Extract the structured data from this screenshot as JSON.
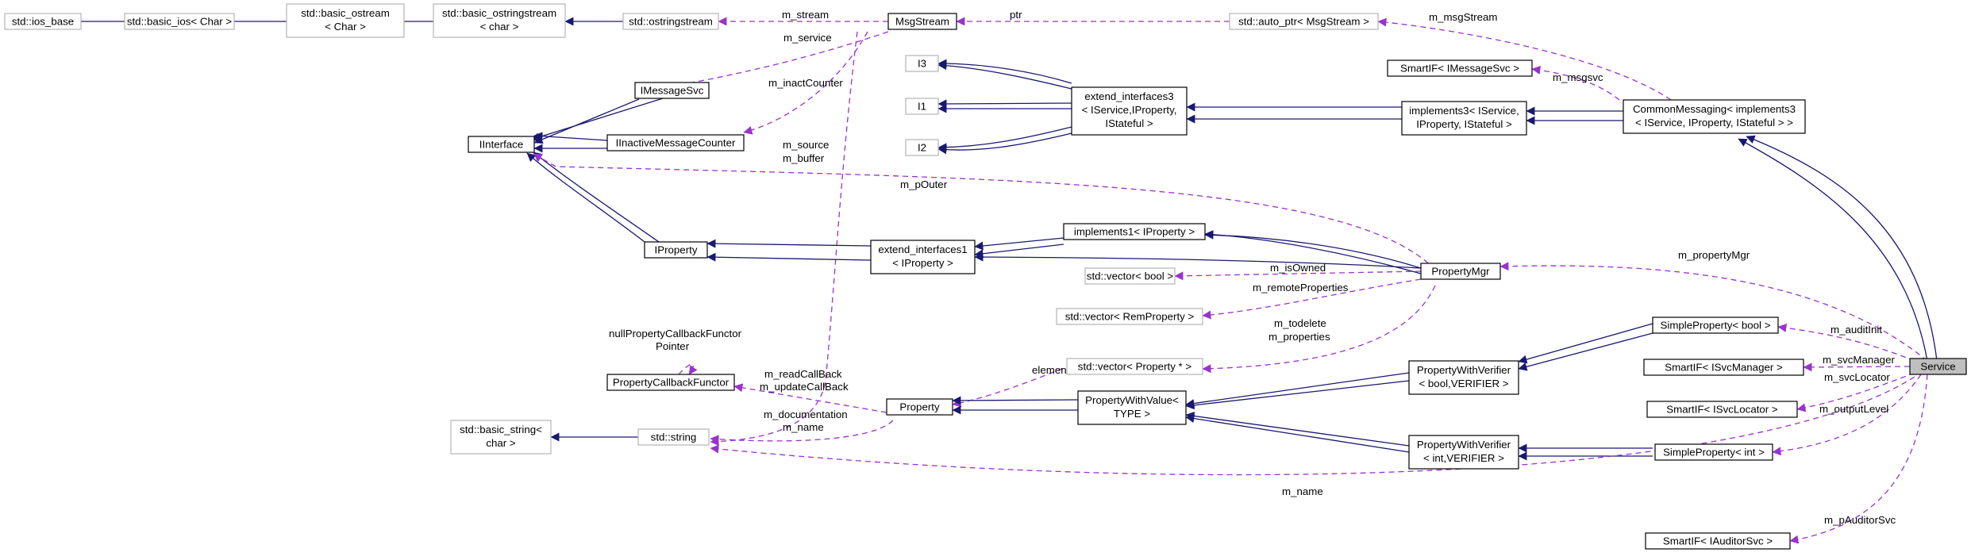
{
  "nodes": {
    "ios_base": [
      "std::ios_base"
    ],
    "basic_ios": [
      "std::basic_ios< Char >"
    ],
    "basic_ostream": [
      "std::basic_ostream",
      "< Char >"
    ],
    "basic_ostringstream": [
      "std::basic_ostringstream",
      "< char >"
    ],
    "ostringstream": [
      "std::ostringstream"
    ],
    "msgstream": [
      "MsgStream"
    ],
    "auto_ptr": [
      "std::auto_ptr< MsgStream >"
    ],
    "smartif_msgsvc": [
      "SmartIF< IMessageSvc >"
    ],
    "i3": [
      "I3"
    ],
    "i1": [
      "I1"
    ],
    "i2": [
      "I2"
    ],
    "extend3": [
      "extend_interfaces3",
      "< IService,IProperty,",
      "IStateful >"
    ],
    "impl3": [
      "implements3< IService,",
      "IProperty, IStateful >"
    ],
    "commonmsg": [
      "CommonMessaging< implements3",
      "< IService, IProperty, IStateful > >"
    ],
    "imessagesvc": [
      "IMessageSvc"
    ],
    "iinterface": [
      "IInterface"
    ],
    "iinactive": [
      "IInactiveMessageCounter"
    ],
    "iproperty": [
      "IProperty"
    ],
    "extend1": [
      "extend_interfaces1",
      "< IProperty >"
    ],
    "impl1": [
      "implements1< IProperty >"
    ],
    "vec_bool": [
      "std::vector< bool >"
    ],
    "vec_remprop": [
      "std::vector< RemProperty >"
    ],
    "propmgr": [
      "PropertyMgr"
    ],
    "propcallback": [
      "PropertyCallbackFunctor"
    ],
    "vec_propptr": [
      "std::vector< Property * >"
    ],
    "basic_string": [
      "std::basic_string<",
      "char >"
    ],
    "std_string": [
      "std::string"
    ],
    "property": [
      "Property"
    ],
    "pwv_type": [
      "PropertyWithValue<",
      "TYPE >"
    ],
    "pwver_bool": [
      "PropertyWithVerifier",
      "< bool,VERIFIER >"
    ],
    "pwver_int": [
      "PropertyWithVerifier",
      "< int,VERIFIER >"
    ],
    "sp_bool": [
      "SimpleProperty< bool >"
    ],
    "smartif_svcmgr": [
      "SmartIF< ISvcManager >"
    ],
    "smartif_svcloc": [
      "SmartIF< ISvcLocator >"
    ],
    "sp_int": [
      "SimpleProperty< int >"
    ],
    "smartif_auditor": [
      "SmartIF< IAuditorSvc >"
    ],
    "service": [
      "Service"
    ]
  },
  "edge_labels": {
    "m_stream": "m_stream",
    "ptr": "ptr",
    "m_msgStream": "m_msgStream",
    "m_msgsvc": "m_msgsvc",
    "m_service": "m_service",
    "m_inactCounter": "m_inactCounter",
    "m_source": "m_source",
    "m_buffer": "m_buffer",
    "m_pOuter": "m_pOuter",
    "m_propertyMgr": "m_propertyMgr",
    "m_isOwned": "m_isOwned",
    "m_remoteProperties": "m_remoteProperties",
    "m_todelete": "m_todelete",
    "m_properties": "m_properties",
    "nullcb_1": "nullPropertyCallbackFunctor",
    "nullcb_2": "Pointer",
    "elements": "elements",
    "m_readCallBack": "m_readCallBack",
    "m_updateCallBack": "m_updateCallBack",
    "m_documentation": "m_documentation",
    "m_name_prop": "m_name",
    "m_auditInit": "m_auditInit",
    "m_svcManager": "m_svcManager",
    "m_svcLocator": "m_svcLocator",
    "m_outputLevel": "m_outputLevel",
    "m_name_svc": "m_name",
    "m_pAuditorSvc": "m_pAuditorSvc"
  },
  "colors": {
    "inheritance": "#191970",
    "usage": "#9a32cd",
    "node_border": "#000000",
    "external_node_border": "#b3b3b3",
    "focus_node_fill": "#bfbfbf"
  }
}
